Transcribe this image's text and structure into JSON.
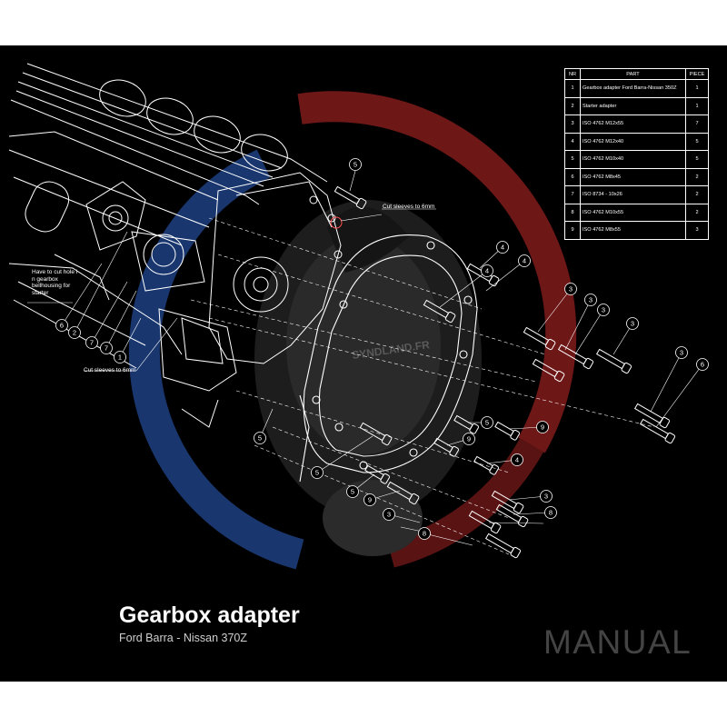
{
  "title": "Gearbox adapter",
  "subtitle": "Ford Barra - Nissan 370Z",
  "manual_label": "MANUAL",
  "watermark_text": "SYNDLAND.FR",
  "colors": {
    "background": "#000000",
    "line": "#ffffff",
    "watermark_red": "#8a1c1c",
    "watermark_blue": "#1c3d7a",
    "manual_text": "#444444"
  },
  "parts_table": {
    "headers": [
      "NR",
      "PART",
      "PIECE"
    ],
    "rows": [
      {
        "nr": "1",
        "part": "Gearbox adapter Ford Barra-Nissan 350Z",
        "piece": "1"
      },
      {
        "nr": "2",
        "part": "Starter adapter",
        "piece": "1"
      },
      {
        "nr": "3",
        "part": "ISO 4762 M12x55",
        "piece": "7"
      },
      {
        "nr": "4",
        "part": "ISO 4762 M12x40",
        "piece": "5"
      },
      {
        "nr": "5",
        "part": "ISO 4762 M10x40",
        "piece": "5"
      },
      {
        "nr": "6",
        "part": "ISO 4762 M8x45",
        "piece": "2"
      },
      {
        "nr": "7",
        "part": "ISO 8734 - 10x26",
        "piece": "2"
      },
      {
        "nr": "8",
        "part": "ISO 4762 M10x55",
        "piece": "2"
      },
      {
        "nr": "9",
        "part": "ISO 4762 M8x55",
        "piece": "3"
      }
    ]
  },
  "annotations": {
    "cut_top": "Cut sleeves to 6mm",
    "cut_bottom": "Cut sleeves to 6mm",
    "hole_note": "Have to cut hole i n gearbox bellhousing for starter"
  },
  "balloons": [
    "5",
    "4",
    "4",
    "4",
    "3",
    "3",
    "3",
    "3",
    "3",
    "6",
    "6",
    "2",
    "7",
    "7",
    "1",
    "5",
    "5",
    "9",
    "9",
    "4",
    "5",
    "5",
    "9",
    "3",
    "3",
    "8",
    "8"
  ]
}
